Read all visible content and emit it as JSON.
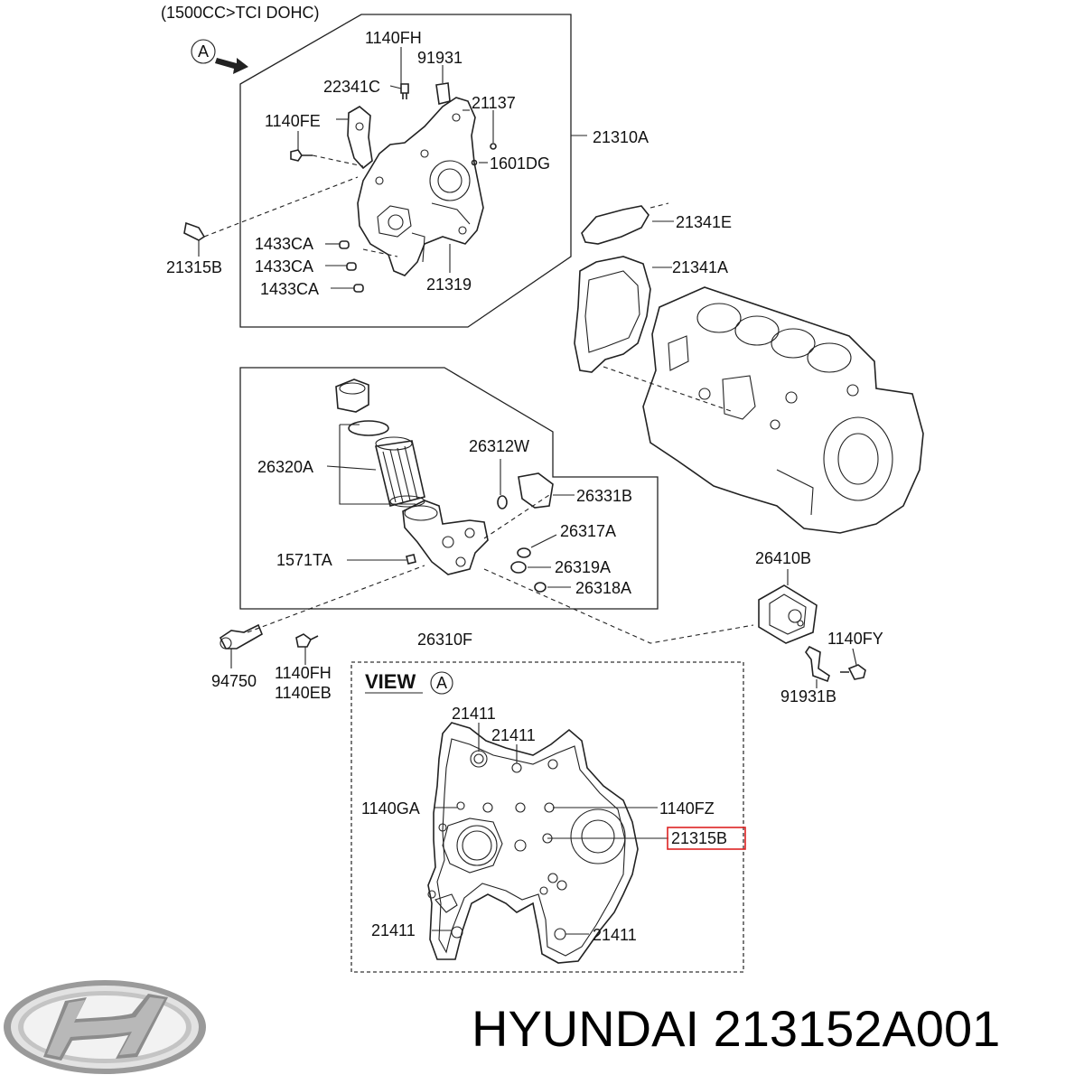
{
  "header": {
    "variant": "(1500CC>TCI DOHC)"
  },
  "view_marker": {
    "letter": "A"
  },
  "view_panel": {
    "title": "VIEW",
    "letter": "A"
  },
  "labels": {
    "p1140fh_top": "1140FH",
    "p91931_top": "91931",
    "p22341c": "22341C",
    "p21137": "21137",
    "p1140fe": "1140FE",
    "p21310a": "21310A",
    "p1601dg": "1601DG",
    "p21315b_left": "21315B",
    "p1433ca_1": "1433CA",
    "p1433ca_2": "1433CA",
    "p1433ca_3": "1433CA",
    "p21319": "21319",
    "p21341e": "21341E",
    "p21341a": "21341A",
    "p26320a": "26320A",
    "p26312w": "26312W",
    "p26331b": "26331B",
    "p26317a": "26317A",
    "p1571ta": "1571TA",
    "p26319a": "26319A",
    "p26318a": "26318A",
    "p26410b": "26410B",
    "p26310f": "26310F",
    "p1140fy": "1140FY",
    "p94750": "94750",
    "p1140fh_bottom": "1140FH",
    "p1140eb": "1140EB",
    "p91931b": "91931B",
    "v21411_a": "21411",
    "v21411_b": "21411",
    "v1140ga": "1140GA",
    "v1140fz": "1140FZ",
    "v21315b": "21315B",
    "v21411_c": "21411",
    "v21411_d": "21411"
  },
  "highlight_color": "#dd2222",
  "brand": {
    "logo": "hyundai-logo",
    "caption": "HYUNDAI 213152A001"
  }
}
